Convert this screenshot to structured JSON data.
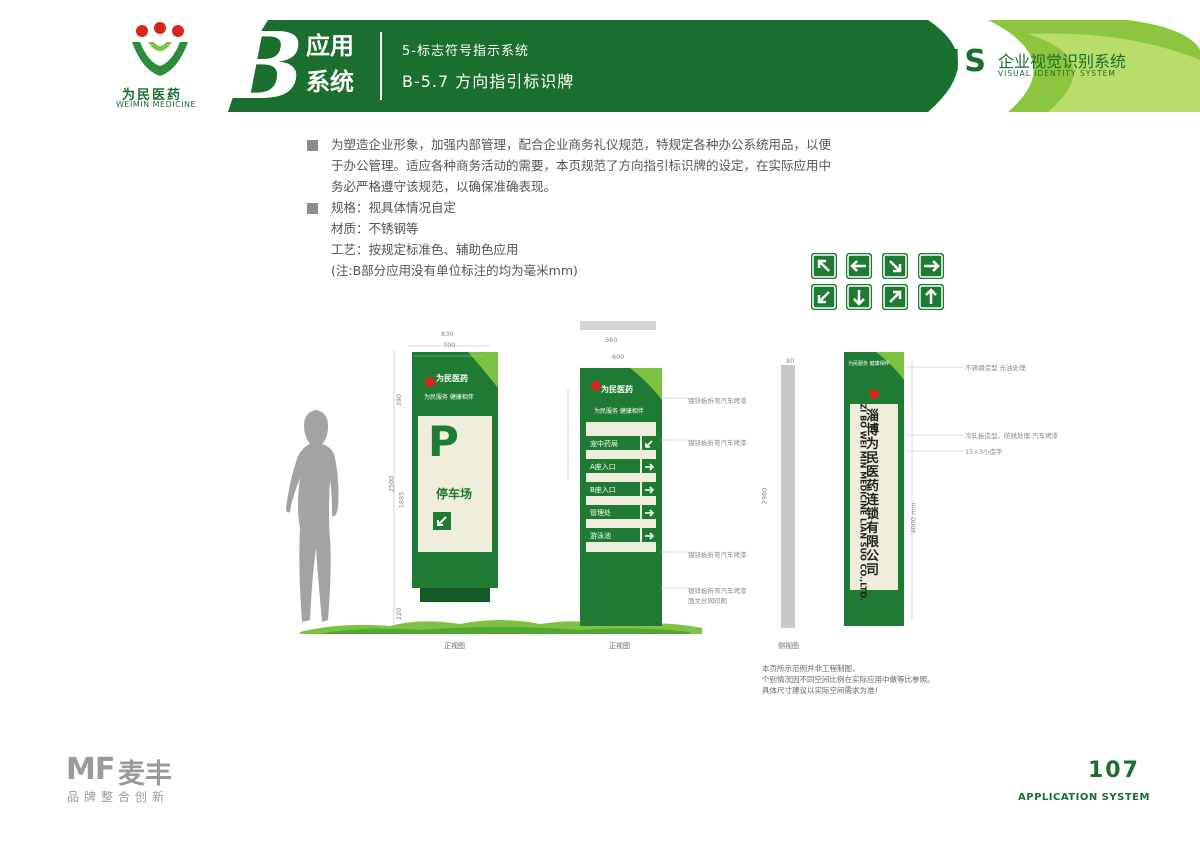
{
  "brand": {
    "logo_cn": "为民医药",
    "logo_en": "WEIMIN MEDICINE"
  },
  "header": {
    "section_letter": "B",
    "category_line1": "应用",
    "category_line2": "系统",
    "subtitle_1": "5-标志符号指示系统",
    "subtitle_2": "B-5.7 方向指引标识牌",
    "vis_label": "VIS",
    "vis_cn": "企业视觉识别系统",
    "vis_en": "VISUAL IDENTITY SYSTEM"
  },
  "body": {
    "para1_line1": "为塑造企业形象，加强内部管理，配合企业商务礼仪规范，特规定各种办公系统用品，以便",
    "para1_line2": "于办公管理。适应各种商务活动的需要，本页规范了方向指引标识牌的设定，在实际应用中",
    "para1_line3": "务必严格遵守该规范，以确保准确表现。",
    "spec": "规格：视具体情况自定",
    "material": "材质：不锈钢等",
    "craft": "工艺：按规定标准色、辅助色应用",
    "note": "(注:B部分应用没有单位标注的均为毫米mm)"
  },
  "direction_icons": [
    "arrow-up-left-icon",
    "arrow-left-icon",
    "arrow-down-right-icon",
    "arrow-right-icon",
    "arrow-down-left-icon",
    "arrow-down-icon",
    "arrow-up-right-icon",
    "arrow-up-icon"
  ],
  "signs": {
    "sign1_mini_logo": "为民医药",
    "sign1_tagline": "为民服务  健康相伴",
    "sign1_parking_letter": "P",
    "sign1_parking_text": "停车场",
    "sign2_mini_logo": "为民医药",
    "sign2_tagline": "为民服务  健康相伴",
    "sign2_items": [
      "宠中药局",
      "A座入口",
      "B座入口",
      "管理处",
      "游泳池"
    ],
    "sign4_company_cn": "淄博为民医药连锁有限公司",
    "sign4_company_en": "ZI BO WEI MIN MEDICINE LIAN SUO CO.,LTD.",
    "sign4_top_text": "为民服务  健康相伴"
  },
  "dimensions": {
    "d830": "830",
    "d700": "700",
    "d600": "600",
    "d360": "360",
    "d80": "80",
    "d2500": "2500",
    "d2980": "2980",
    "d4000": "4000 mm",
    "d1885": "1885",
    "d220": "220",
    "d390": "390"
  },
  "callouts": {
    "c1": "镀锌板折弯汽车烤漆",
    "c2": "镀锌板折弯汽车烤漆",
    "c3": "镀锌板折弯汽车烤漆",
    "c4": "镀锌板折弯汽车烤漆",
    "c4b": "面文丝网印刷",
    "r1": "不锈钢造型 光油处理",
    "r2": "冷轧板造型，防锈处理 汽车烤漆",
    "r3": "15×3小造字"
  },
  "view_labels": {
    "front1": "正视图",
    "front2": "正视图",
    "side": "侧视图"
  },
  "footer_note": {
    "line1": "本页所示范例并非工程制图，",
    "line2": "个别情况因不同空间比例在实际应用中做等比参照。",
    "line3": "具体尺寸建议以实际空间需求为准！"
  },
  "footer": {
    "mf": "MF",
    "mf_cn": "麦丰",
    "mf_sub": "品牌整合创新",
    "page_number": "107",
    "page_name": "APPLICATION SYSTEM"
  },
  "colors": {
    "primary_green": "#1a6e2e",
    "light_green": "#7dc242",
    "sign_panel": "#efeedd"
  }
}
